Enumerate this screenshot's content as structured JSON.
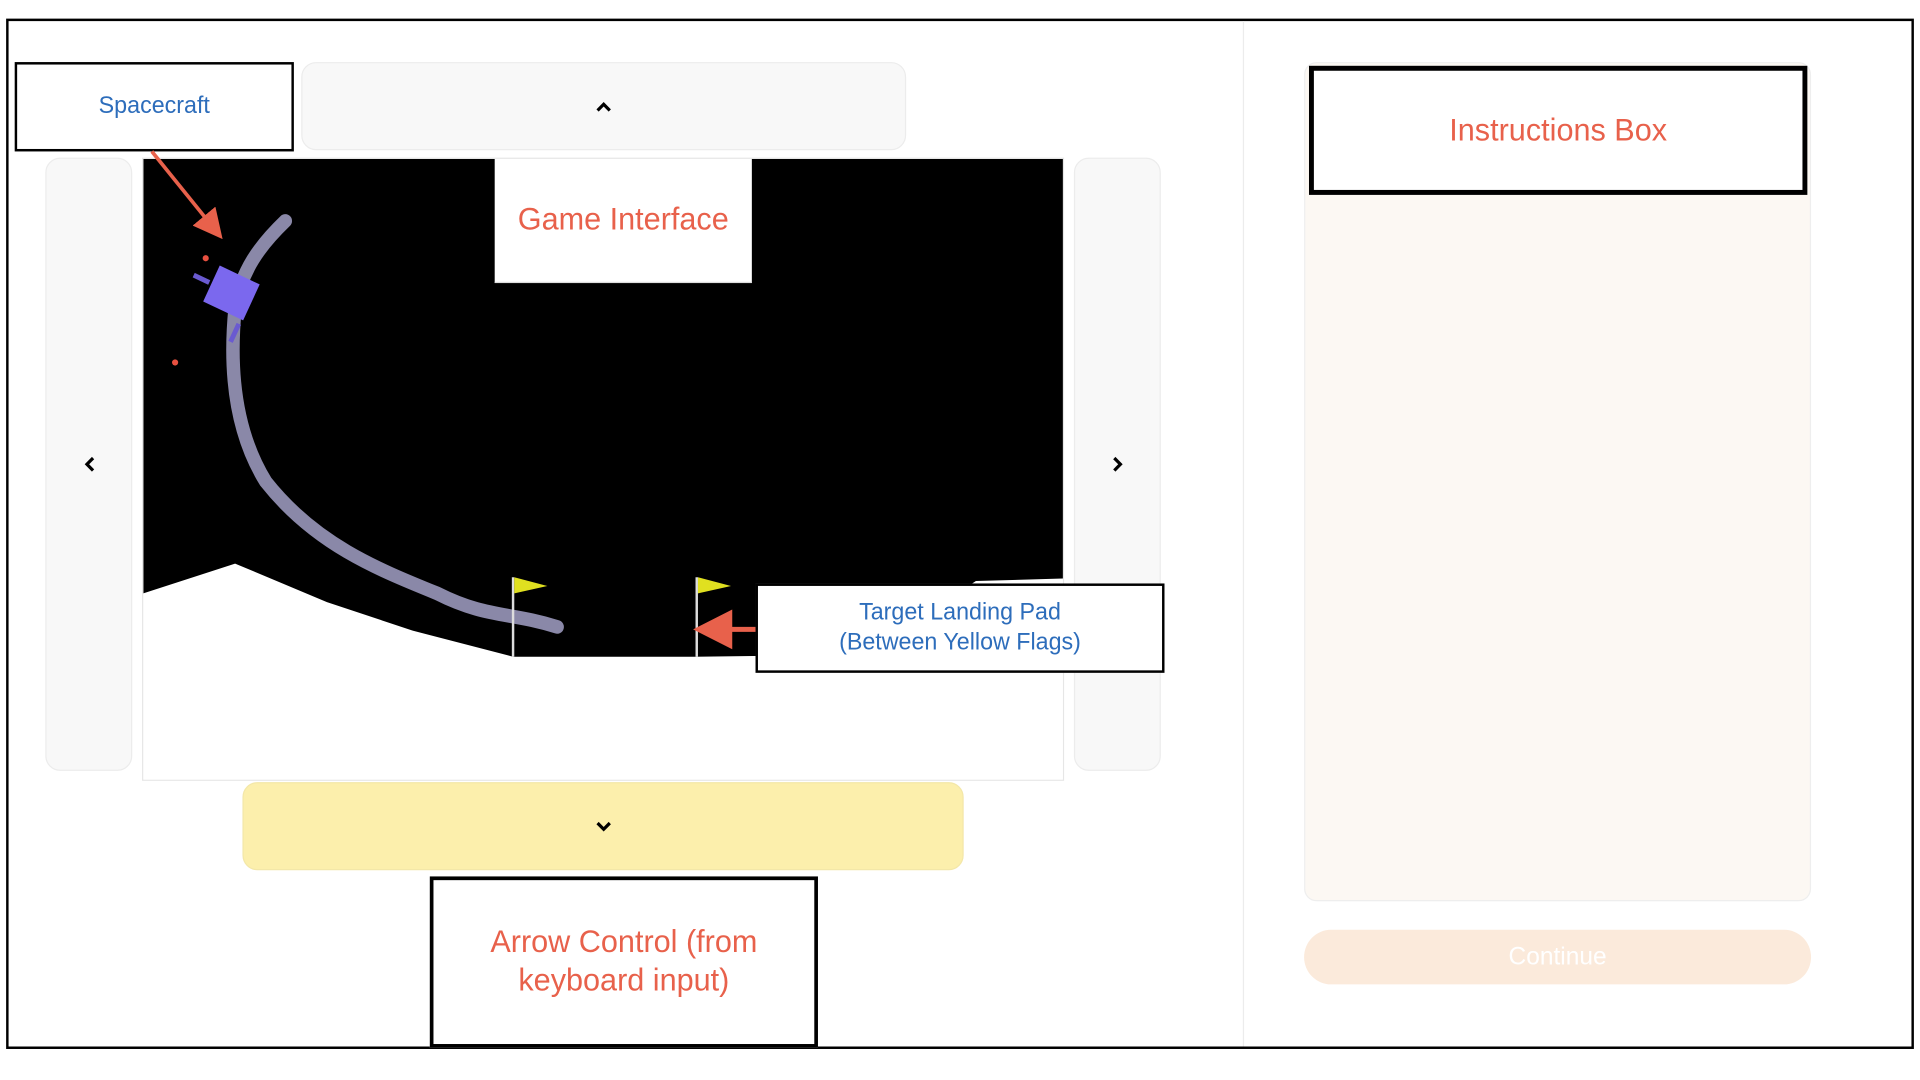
{
  "annotations": {
    "spacecraft": "Spacecraft",
    "game_interface": "Game Interface",
    "target_landing_pad": "Target Landing Pad",
    "target_landing_pad_sub": "(Between Yellow Flags)",
    "arrow_control_line1": "Arrow Control (from",
    "arrow_control_line2": "keyboard input)",
    "instructions_box": "Instructions Box"
  },
  "controls": {
    "up_icon": "chevron-up-icon",
    "down_icon": "chevron-down-icon",
    "left_icon": "chevron-left-icon",
    "right_icon": "chevron-right-icon",
    "active_control": "down"
  },
  "sidebar": {
    "continue_label": "Continue",
    "continue_enabled": false
  },
  "colors": {
    "annotation_red": "#e8614b",
    "annotation_blue": "#2d6dbb",
    "active_arrow": "#fcefac",
    "lander": "#7b68ee",
    "trail": "#8a88a8",
    "flag": "#e0e020"
  }
}
